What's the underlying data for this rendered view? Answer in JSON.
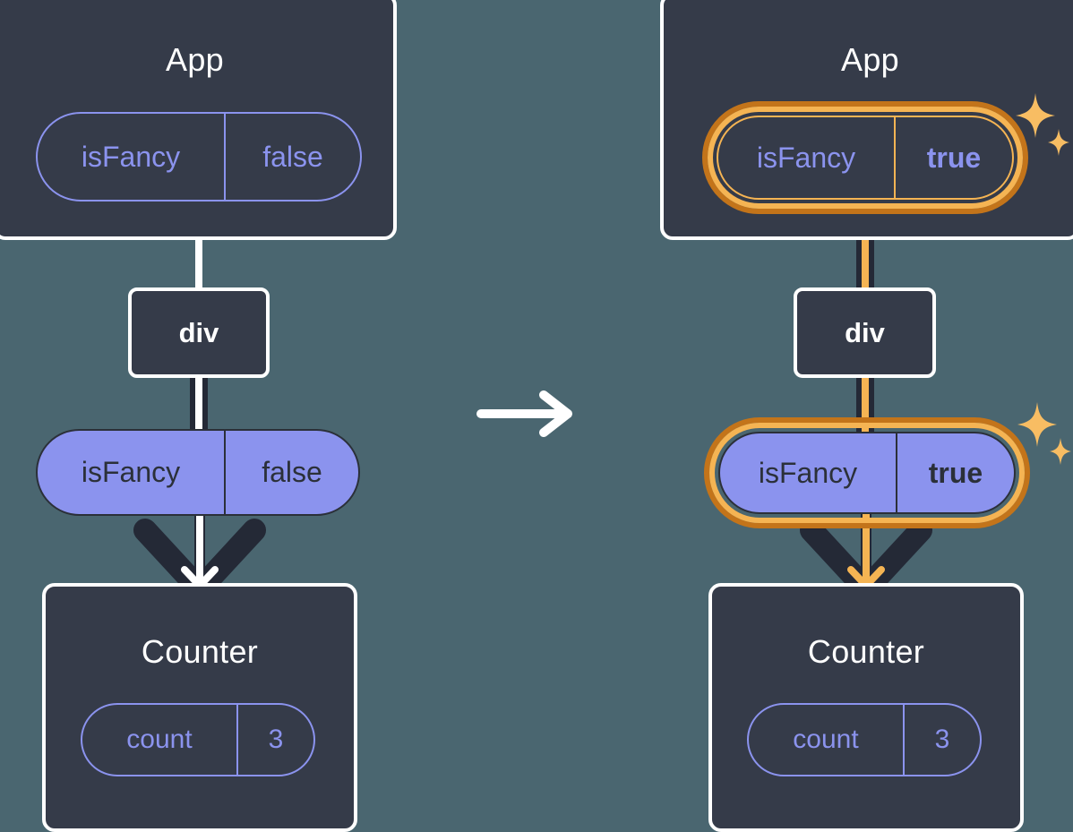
{
  "diagram": {
    "title": "React state propagation: App isFancy toggled from false to true",
    "background_color": "#4a6670",
    "card_color": "#353b49",
    "accent_purple": "#8b93ee",
    "highlight_orange_dark": "#c3741a",
    "highlight_orange_light": "#f5b453",
    "dark_outline": "#242936",
    "white": "#ffffff"
  },
  "transition_arrow": {
    "icon": "arrow-right-icon",
    "label": "transitions to"
  },
  "panels": [
    {
      "id": "before",
      "app": {
        "title": "App",
        "state": {
          "key": "isFancy",
          "value": "false",
          "highlighted": false,
          "style": "outline"
        }
      },
      "host": {
        "tag": "div"
      },
      "props": {
        "key": "isFancy",
        "value": "false",
        "highlighted": false,
        "style": "solid"
      },
      "counter": {
        "title": "Counter",
        "state": {
          "key": "count",
          "value": "3",
          "highlighted": false,
          "style": "outline"
        }
      },
      "sparkles": []
    },
    {
      "id": "after",
      "app": {
        "title": "App",
        "state": {
          "key": "isFancy",
          "value": "true",
          "highlighted": true,
          "style": "outline"
        }
      },
      "host": {
        "tag": "div"
      },
      "props": {
        "key": "isFancy",
        "value": "true",
        "highlighted": true,
        "style": "solid"
      },
      "counter": {
        "title": "Counter",
        "state": {
          "key": "count",
          "value": "3",
          "highlighted": false,
          "style": "outline"
        }
      },
      "sparkles": [
        {
          "name": "sparkle-app-state"
        },
        {
          "name": "sparkle-props"
        }
      ]
    }
  ]
}
